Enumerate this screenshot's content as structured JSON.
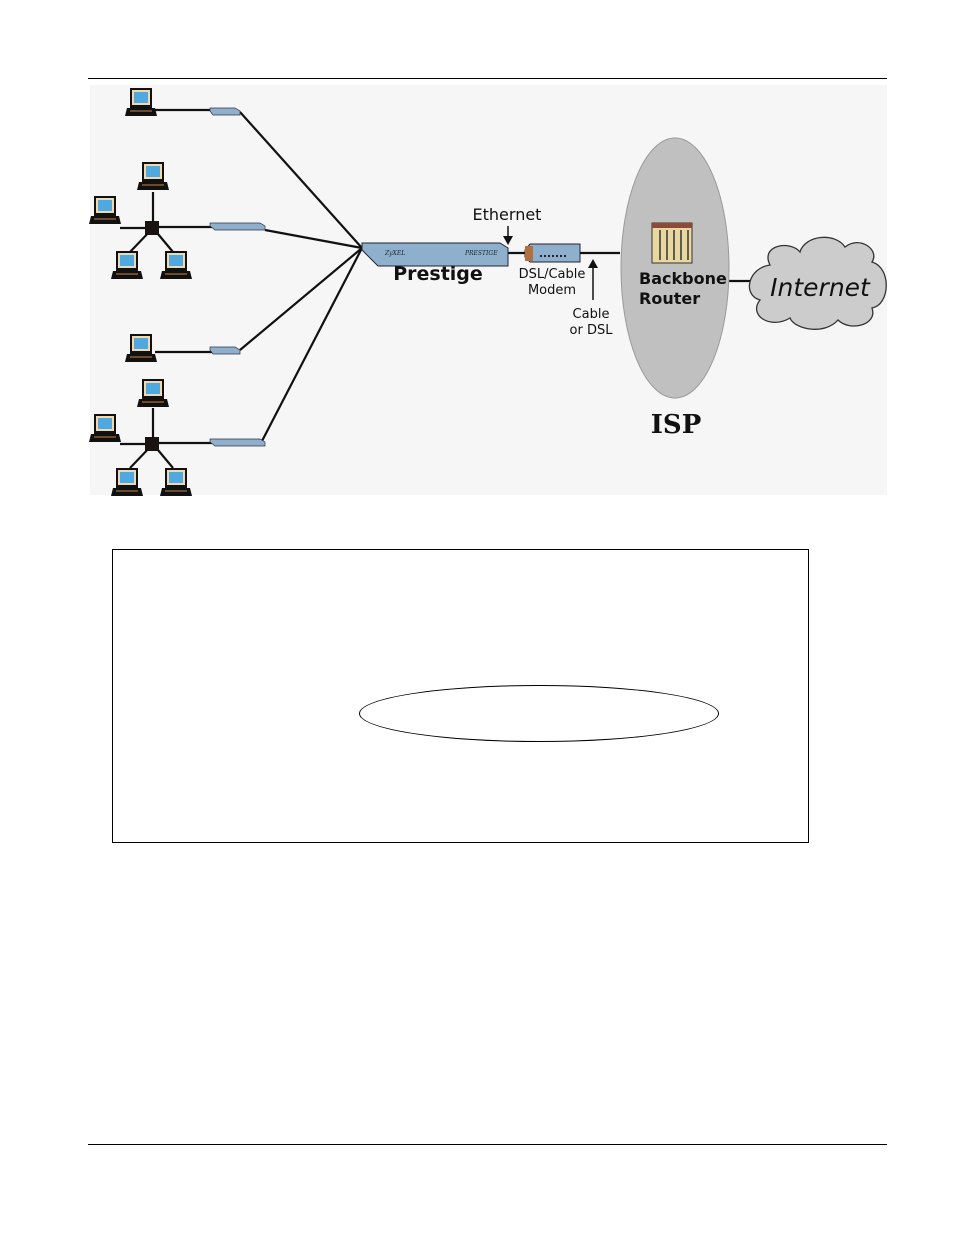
{
  "diagram": {
    "labels": {
      "ethernet": "Ethernet",
      "prestige": "Prestige",
      "modem": "DSL/Cable",
      "modem2": "Modem",
      "cable": "Cable",
      "cable2": "or DSL",
      "backbone": "Backbone",
      "router": "Router",
      "internet": "Internet",
      "isp": "ISP"
    },
    "device_brand": "ZyXEL",
    "device_model": "PRESTIGE"
  },
  "colors": {
    "screen": "#4fa8e0",
    "device": "#8fb0cc",
    "isp": "#c0c0c0",
    "cloud": "#cccccc"
  }
}
